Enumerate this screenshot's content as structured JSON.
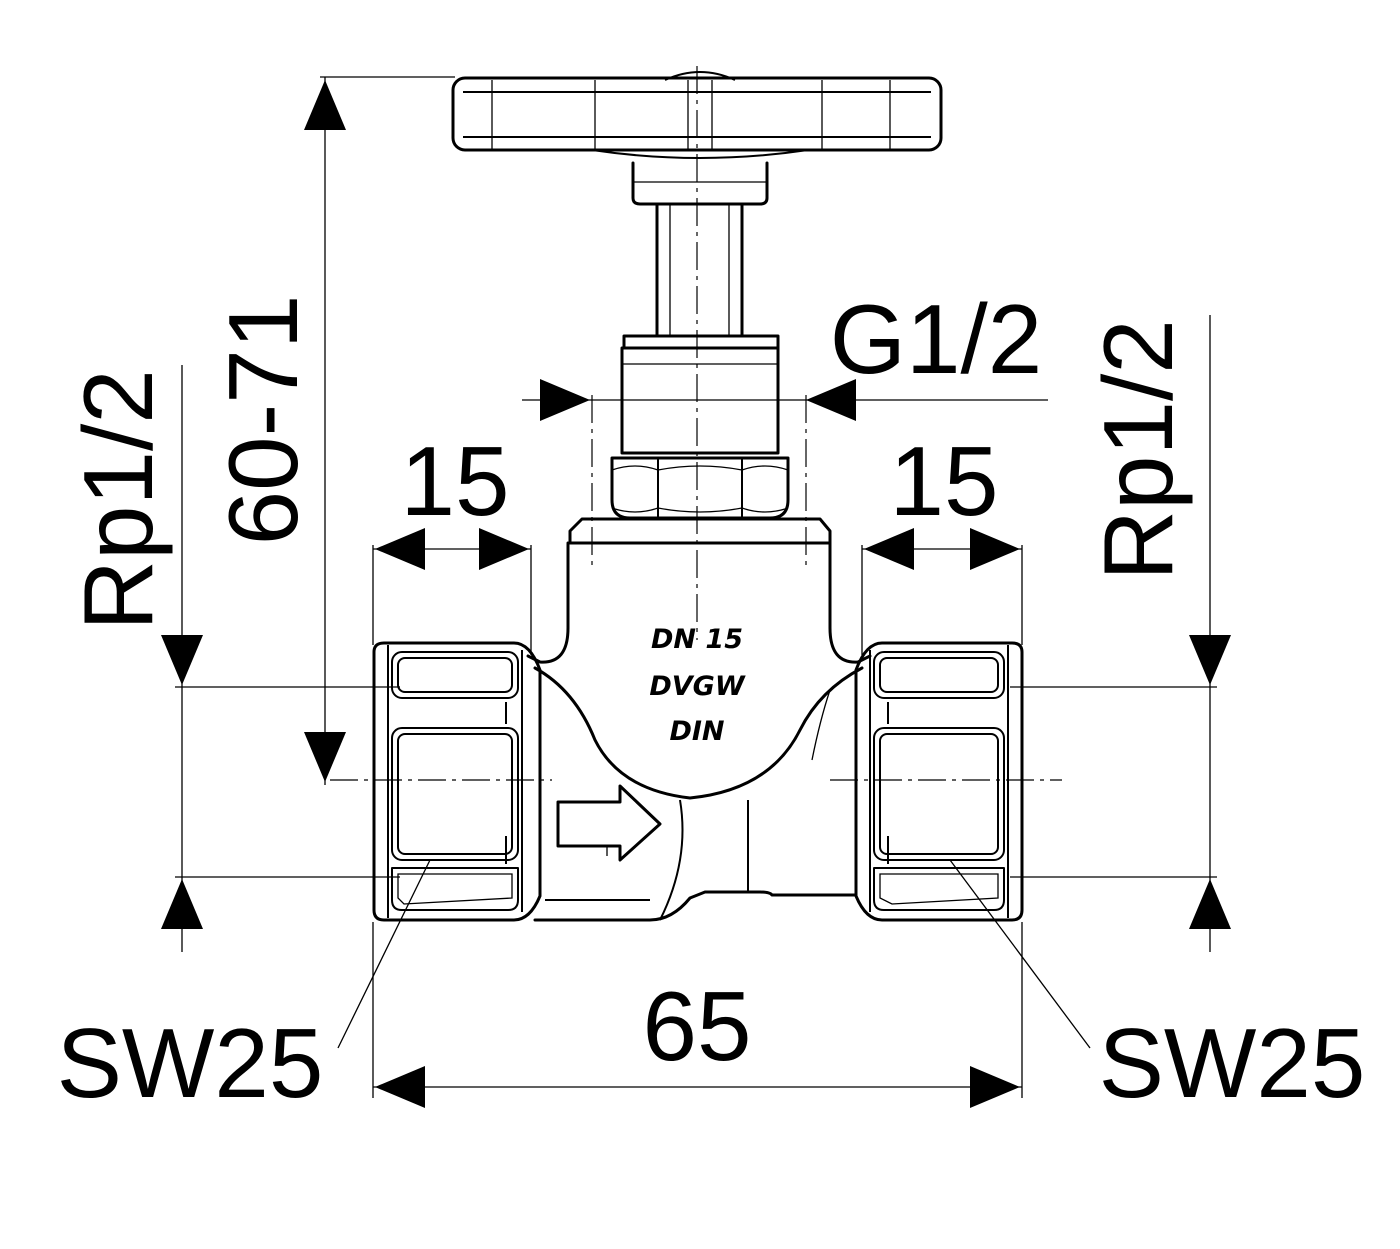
{
  "dimensions": {
    "height_range": "60-71",
    "left_thread": "Rp1/2",
    "right_thread": "Rp1/2",
    "bonnet_thread": "G1/2",
    "left_depth": "15",
    "right_depth": "15",
    "overall_length": "65",
    "left_wrench": "SW25",
    "right_wrench": "SW25"
  },
  "body_marking": {
    "line1": "DN 15",
    "line2": "DVGW",
    "line3": "DIN"
  },
  "colors": {
    "line": "#000000",
    "background": "#ffffff"
  }
}
